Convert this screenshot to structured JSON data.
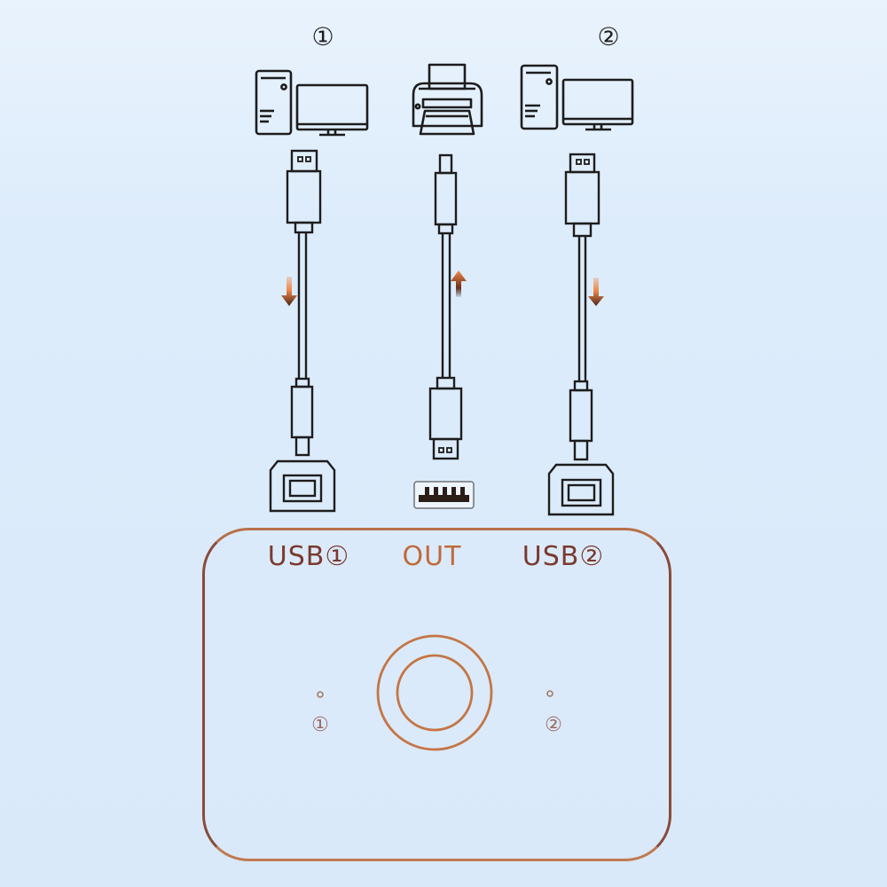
{
  "diagram": {
    "top_labels": [
      {
        "id": "computer-1",
        "label": "①"
      },
      {
        "id": "computer-2",
        "label": "②"
      }
    ],
    "devices": [
      {
        "name": "computer-1",
        "type": "desktop-computer"
      },
      {
        "name": "printer",
        "type": "printer"
      },
      {
        "name": "computer-2",
        "type": "desktop-computer"
      }
    ],
    "cables": [
      {
        "name": "cable-1",
        "top_connector": "usb-a-plug",
        "bottom_connector": "usb-b-plug",
        "arrow": "down",
        "port": "usb-b-port"
      },
      {
        "name": "cable-out",
        "top_connector": "usb-b-plug",
        "bottom_connector": "usb-a-plug",
        "arrow": "up",
        "port": "usb-a-port"
      },
      {
        "name": "cable-2",
        "top_connector": "usb-a-plug",
        "bottom_connector": "usb-b-plug",
        "arrow": "down",
        "port": "usb-b-port"
      }
    ],
    "switch_box": {
      "port_labels": [
        {
          "id": "usb1",
          "text": "USB①"
        },
        {
          "id": "out",
          "text": "OUT"
        },
        {
          "id": "usb2",
          "text": "USB②"
        }
      ],
      "led_labels": [
        {
          "id": "led1",
          "text": "①"
        },
        {
          "id": "led2",
          "text": "②"
        }
      ]
    },
    "colors": {
      "line": "#1d1d1d",
      "accent_orange": "#c57545",
      "arrow_orange": "#f08a4b",
      "arrow_dark": "#4a2416",
      "label_brown": "#7a3a2e",
      "background": "#dceafa"
    }
  }
}
